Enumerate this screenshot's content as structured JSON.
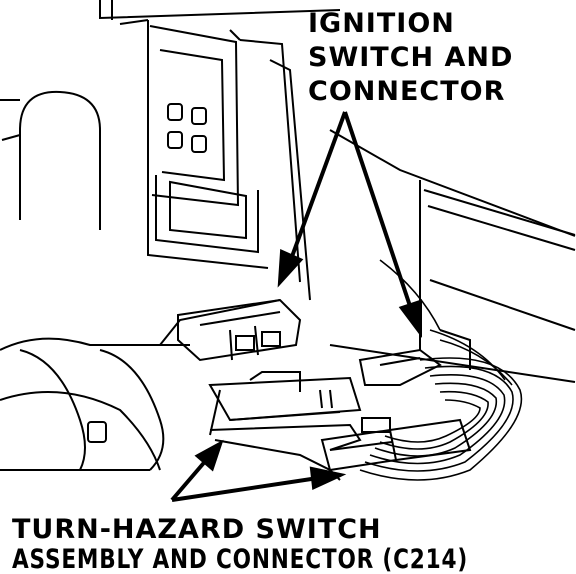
{
  "labels": {
    "ignition": {
      "line1": "IGNITION",
      "line2": "SWITCH AND",
      "line3": "CONNECTOR"
    },
    "turn_hazard": {
      "line1": "TURN-HAZARD SWITCH",
      "line2": "ASSEMBLY AND CONNECTOR (C214)"
    }
  },
  "colors": {
    "ink": "#000000",
    "paper": "#ffffff"
  }
}
